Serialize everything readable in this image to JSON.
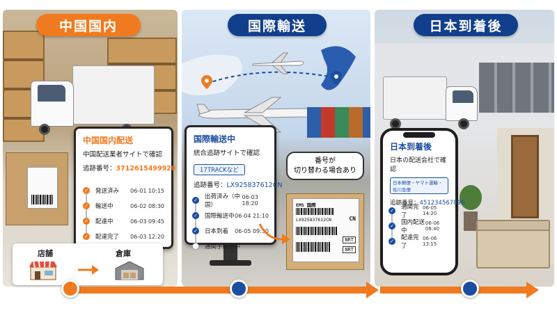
{
  "panels": [
    {
      "title": "中国国内",
      "card": {
        "title": "中国国内配送",
        "subtitle": "中国配送業者サイトで確認",
        "tracking_label": "追跡番号：",
        "tracking_number": "3712615499920",
        "steps": [
          {
            "label": "発送済み",
            "date": "06-01 10:15"
          },
          {
            "label": "輸送中",
            "date": "06-02 08:30"
          },
          {
            "label": "配達中",
            "date": "06-03 09:45"
          },
          {
            "label": "配達完了",
            "date": "06-03 12:20"
          }
        ]
      },
      "legend": {
        "from": "店舗",
        "to": "倉庫"
      }
    },
    {
      "title": "国際輸送",
      "card": {
        "title": "国際輸送中",
        "subtitle": "統合追跡サイトで確認",
        "badge": "17TRACKなど",
        "tracking_label": "追跡番号：",
        "tracking_number": "LX925837612CN",
        "steps": [
          {
            "label": "出荷済み（中国）",
            "date": "06-03 18:20"
          },
          {
            "label": "国際輸送中",
            "date": "06-04 21:10"
          },
          {
            "label": "日本到着",
            "date": "06-05 09:30"
          },
          {
            "label": "通関手続き中",
            "date": ""
          }
        ]
      },
      "bubble": [
        "番号が",
        "切り替わる場合あり"
      ],
      "parcel_label": {
        "code": "LX925837612CN",
        "cn": "CN",
        "nrt1": "NRT",
        "nrt2": "NRT",
        "top": "EMS 国際"
      }
    },
    {
      "title": "日本到着後",
      "card": {
        "title": "日本到着後",
        "subtitle": "日本の配送会社で確認",
        "badge": "日本郵便・ヤマト運輸・佐川急便",
        "tracking_label": "追跡番号：",
        "tracking_number": "451234567890",
        "steps": [
          {
            "label": "通関完了",
            "date": "06-05 14:20"
          },
          {
            "label": "国内配送中",
            "date": "06-06 08:40"
          },
          {
            "label": "配達完了",
            "date": "06-06 13:15"
          }
        ]
      }
    }
  ],
  "colors": {
    "orange": "#f07a1f",
    "navy": "#123f8c",
    "blue": "#1b4da1"
  },
  "icons": [
    "store-icon",
    "warehouse-icon",
    "location-pin-icon",
    "airplane-icon",
    "check-icon"
  ]
}
